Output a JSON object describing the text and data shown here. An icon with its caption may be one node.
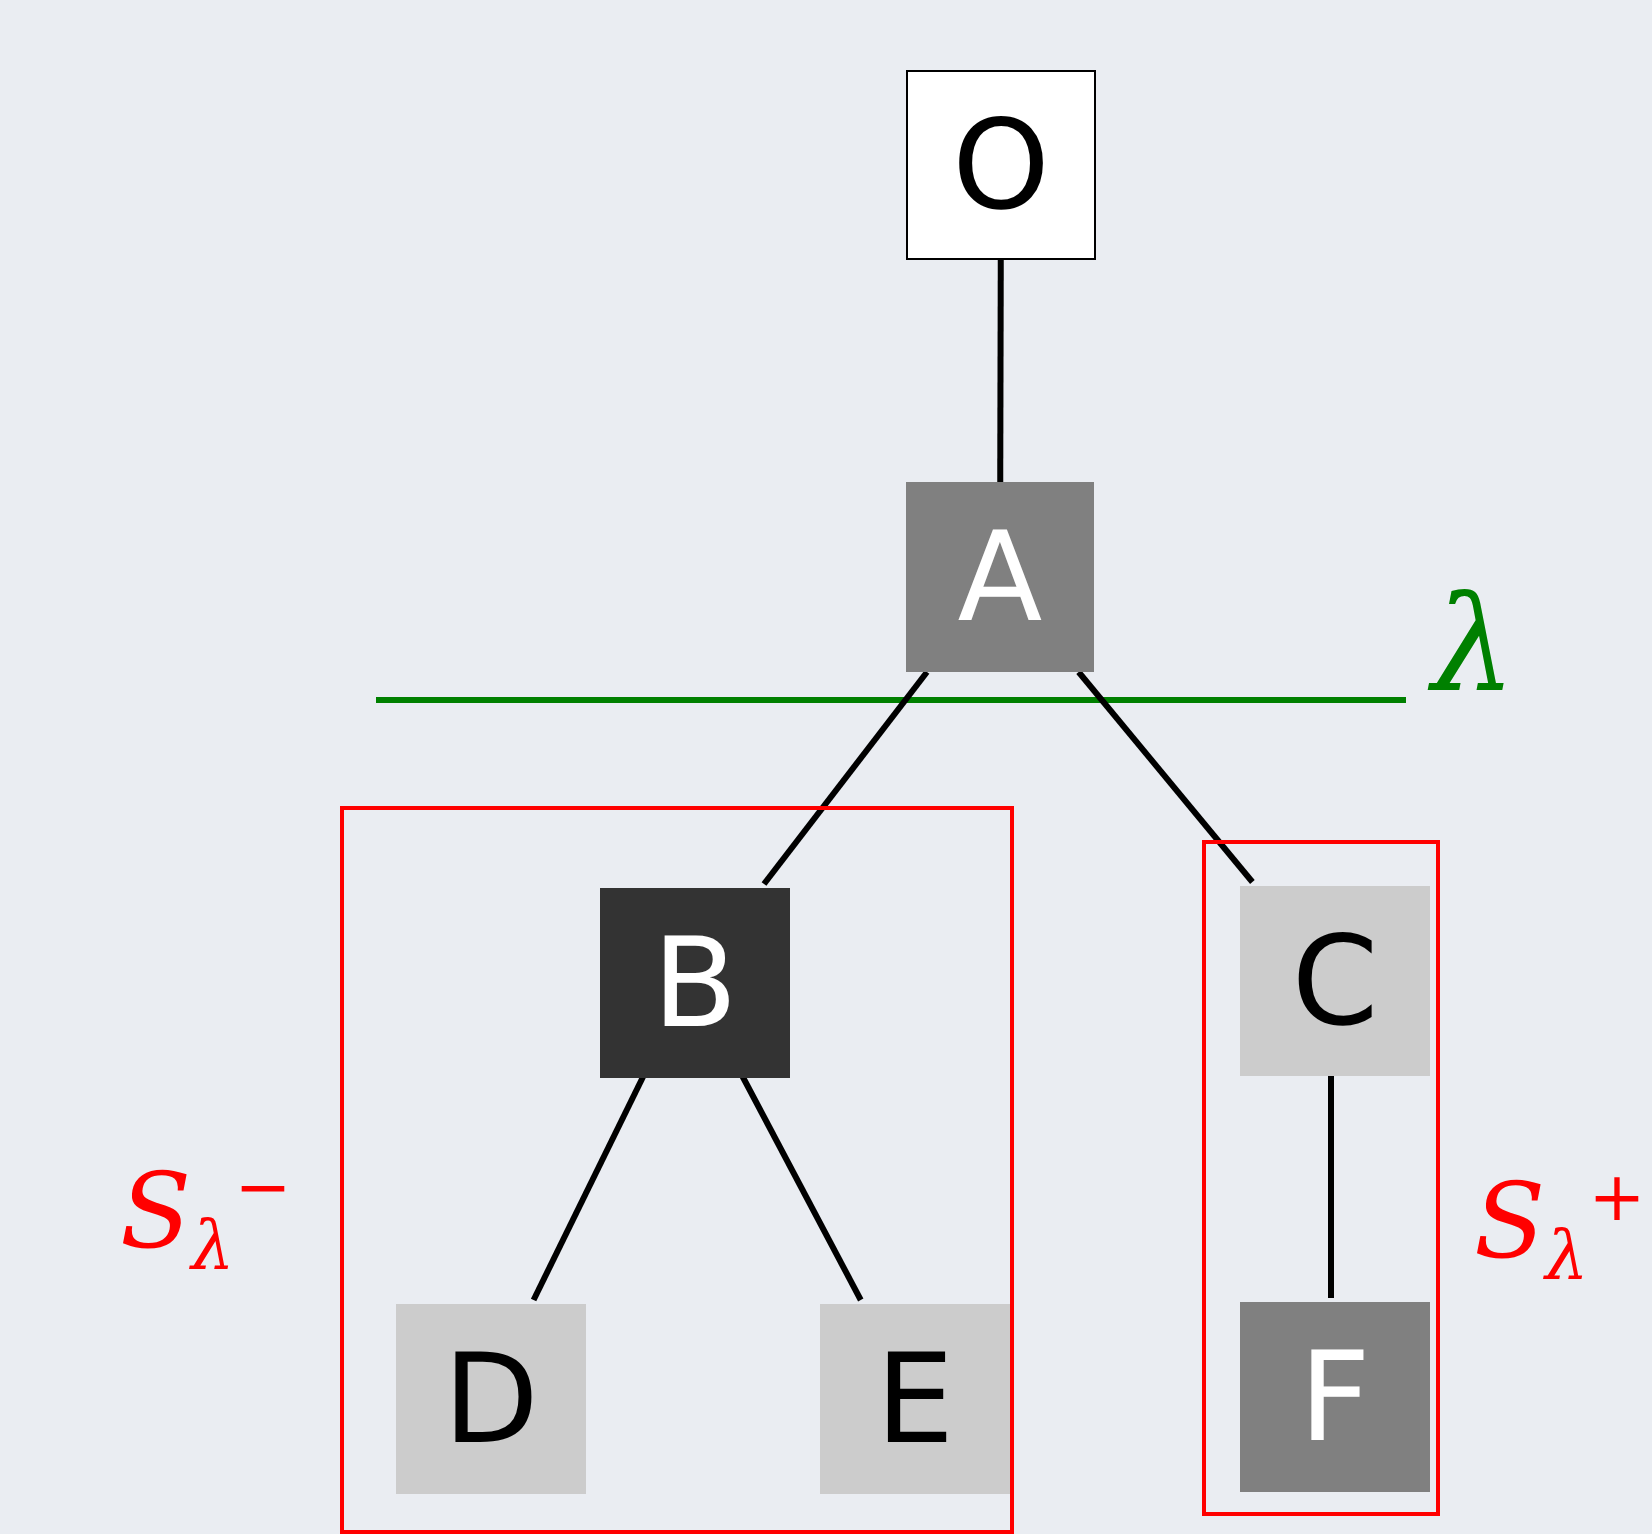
{
  "diagram": {
    "nodes": [
      {
        "text": [
          "O"
        ]
      },
      {
        "text": [
          "A"
        ]
      },
      {
        "text": [
          "S$_{λ}$$^{−}$"
        ]
      },
      {
        "text": [
          "B"
        ],
        "in": 2
      },
      {
        "text": [
          "D"
        ],
        "in": 2
      },
      {
        "text": [
          "E"
        ],
        "in": 2
      },
      {
        "text": [
          "S$_{λ}$$^{+}$"
        ]
      },
      {
        "text": [
          "C"
        ],
        "in": 6
      },
      {
        "text": [
          "F"
        ],
        "in": 6
      }
    ],
    "edges": [
      {
        "from": 0,
        "to": 1,
        "arrow": "none"
      },
      {
        "from": 1,
        "to": 3,
        "arrow": "none"
      },
      {
        "from": 1,
        "to": 7,
        "arrow": "none"
      },
      {
        "from": 3,
        "to": 4,
        "arrow": "none"
      },
      {
        "from": 3,
        "to": 5,
        "arrow": "none"
      },
      {
        "from": 7,
        "to": 8,
        "arrow": "none"
      }
    ],
    "labels": [
      "λ"
    ]
  }
}
